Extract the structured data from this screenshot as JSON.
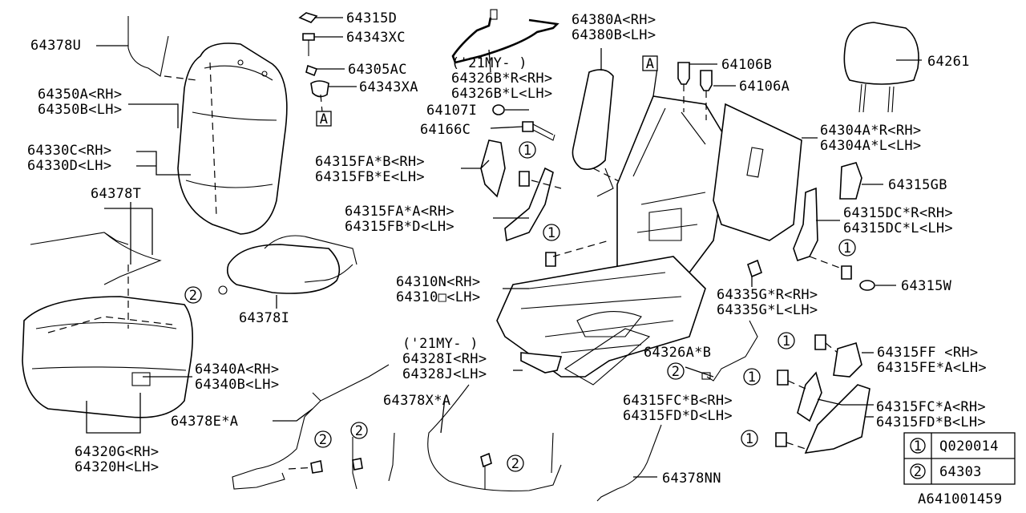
{
  "diagram_id": "A641001459",
  "callouts": [
    {
      "id": "c-64378U",
      "lines": [
        "64378U"
      ]
    },
    {
      "id": "c-64350",
      "lines": [
        "64350A<RH>",
        "64350B<LH>"
      ]
    },
    {
      "id": "c-64330",
      "lines": [
        "64330C<RH>",
        "64330D<LH>"
      ]
    },
    {
      "id": "c-64378T",
      "lines": [
        "64378T"
      ]
    },
    {
      "id": "c-64378I",
      "lines": [
        "64378I"
      ]
    },
    {
      "id": "c-64340",
      "lines": [
        "64340A<RH>",
        "64340B<LH>"
      ]
    },
    {
      "id": "c-64378E",
      "lines": [
        "64378E*A"
      ]
    },
    {
      "id": "c-64320",
      "lines": [
        "64320G<RH>",
        "64320H<LH>"
      ]
    },
    {
      "id": "c-64315D",
      "lines": [
        "64315D"
      ]
    },
    {
      "id": "c-64343XC",
      "lines": [
        "64343XC"
      ]
    },
    {
      "id": "c-64305AC",
      "lines": [
        "64305AC"
      ]
    },
    {
      "id": "c-64343XA",
      "lines": [
        "64343XA"
      ]
    },
    {
      "id": "c-64326B",
      "lines": [
        "('21MY-  )",
        "64326B*R<RH>",
        "64326B*L<LH>"
      ]
    },
    {
      "id": "c-64107I",
      "lines": [
        "64107I"
      ]
    },
    {
      "id": "c-64166C",
      "lines": [
        "64166C"
      ]
    },
    {
      "id": "c-64315FA-B",
      "lines": [
        "64315FA*B<RH>",
        "64315FB*E<LH>"
      ]
    },
    {
      "id": "c-64315FA-A",
      "lines": [
        "64315FA*A<RH>",
        "64315FB*D<LH>"
      ]
    },
    {
      "id": "c-64310",
      "lines": [
        "64310N<RH>",
        "64310□<LH>"
      ]
    },
    {
      "id": "c-64328",
      "lines": [
        "('21MY-  )",
        "64328I<RH>",
        "64328J<LH>"
      ]
    },
    {
      "id": "c-64378X",
      "lines": [
        "64378X*A"
      ]
    },
    {
      "id": "c-64380",
      "lines": [
        "64380A<RH>",
        "64380B<LH>"
      ]
    },
    {
      "id": "c-64106B",
      "lines": [
        "64106B"
      ]
    },
    {
      "id": "c-64106A",
      "lines": [
        "64106A"
      ]
    },
    {
      "id": "c-64261",
      "lines": [
        "64261"
      ]
    },
    {
      "id": "c-64304",
      "lines": [
        "64304A*R<RH>",
        "64304A*L<LH>"
      ]
    },
    {
      "id": "c-64315GB",
      "lines": [
        "64315GB"
      ]
    },
    {
      "id": "c-64315DC",
      "lines": [
        "64315DC*R<RH>",
        "64315DC*L<LH>"
      ]
    },
    {
      "id": "c-64315W",
      "lines": [
        "64315W"
      ]
    },
    {
      "id": "c-64335G",
      "lines": [
        "64335G*R<RH>",
        "64335G*L<LH>"
      ]
    },
    {
      "id": "c-64326A",
      "lines": [
        "64326A*B"
      ]
    },
    {
      "id": "c-64315FF",
      "lines": [
        "64315FF   <RH>",
        "64315FE*A<LH>"
      ]
    },
    {
      "id": "c-64315FC-B",
      "lines": [
        "64315FC*B<RH>",
        "64315FD*D<LH>"
      ]
    },
    {
      "id": "c-64315FC-A",
      "lines": [
        "64315FC*A<RH>",
        "64315FD*B<LH>"
      ]
    },
    {
      "id": "c-64378NN",
      "lines": [
        "64378NN"
      ]
    }
  ],
  "markers": {
    "view_a": "A",
    "circle_1": "1",
    "circle_2": "2"
  },
  "legend": {
    "rows": [
      {
        "key": "1",
        "part": "Q020014"
      },
      {
        "key": "2",
        "part": "64303"
      }
    ]
  }
}
